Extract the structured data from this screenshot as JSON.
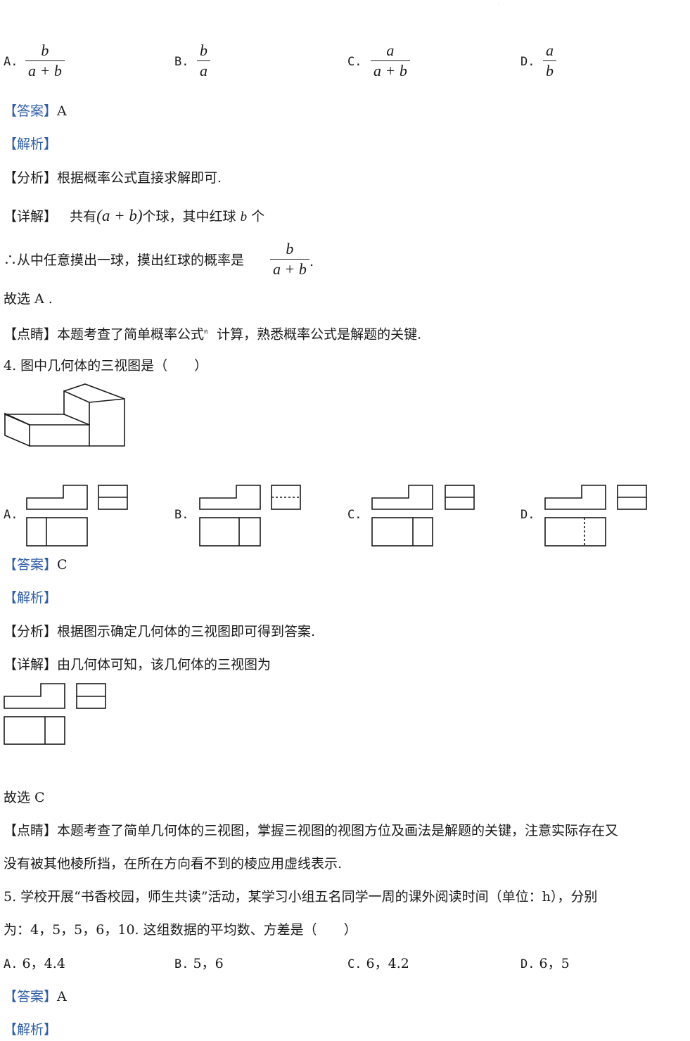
{
  "q3": {
    "options": [
      {
        "label": "A.",
        "num": "b",
        "den": "a + b"
      },
      {
        "label": "B.",
        "num": "b",
        "den": "a"
      },
      {
        "label": "C.",
        "num": "a",
        "den": "a + b"
      },
      {
        "label": "D.",
        "num": "a",
        "den": "b"
      }
    ],
    "answer_tag": "【答案】",
    "answer": "A",
    "analysis_tag": "【解析】",
    "fenxi": "【分析】根据概率公式直接求解即可.",
    "xiangjie_tag": "【详解】",
    "xiangjie_a": "共有",
    "xiangjie_expr": "(a + b)",
    "xiangjie_b": "个球，其中红球",
    "xiangjie_var": "b",
    "xiangjie_c": "个",
    "therefore": "∴从中任意摸出一球，摸出红球的概率是",
    "therefore_num": "b",
    "therefore_den": "a + b",
    "period": ".",
    "choose": "故选 A .",
    "dianjing": "【点睛】本题考查了简单概率公式",
    "dianjing_small": "的",
    "dianjing_rest": "计算，熟悉概率公式是解题的关键."
  },
  "q4": {
    "stem": "4. 图中几何体的三视图是（　　）",
    "options": [
      "A.",
      "B.",
      "C.",
      "D."
    ],
    "answer_tag": "【答案】",
    "answer": "C",
    "analysis_tag": "【解析】",
    "fenxi": "【分析】根据图示确定几何体的三视图即可得到答案.",
    "xiangjie": "【详解】由几何体可知，该几何体的三视图为",
    "choose": "故选 C",
    "dianjing_1": "【点睛】本题考查了简单几何体的三视图，掌握三视图的视图方位及画法是解题的关键，注意实际存在又",
    "dianjing_2": "没有被其他棱所挡，在所在方向看不到的棱应用虚线表示."
  },
  "q5": {
    "stem_1": "5. 学校开展“书香校园，师生共读”活动，某学习小组五名同学一周的课外阅读时间（单位：h），分别",
    "stem_2": "为：4，5，5，6，10. 这组数据的平均数、方差是（　　）",
    "options": [
      {
        "label": "A.",
        "text": "6，4.4"
      },
      {
        "label": "B.",
        "text": "5，6"
      },
      {
        "label": "C.",
        "text": "6，4.2"
      },
      {
        "label": "D.",
        "text": "6，5"
      }
    ],
    "answer_tag": "【答案】",
    "answer": "A",
    "analysis_tag": "【解析】"
  },
  "colors": {
    "accent": "#2f5fa8",
    "text": "#1a1a1a"
  }
}
